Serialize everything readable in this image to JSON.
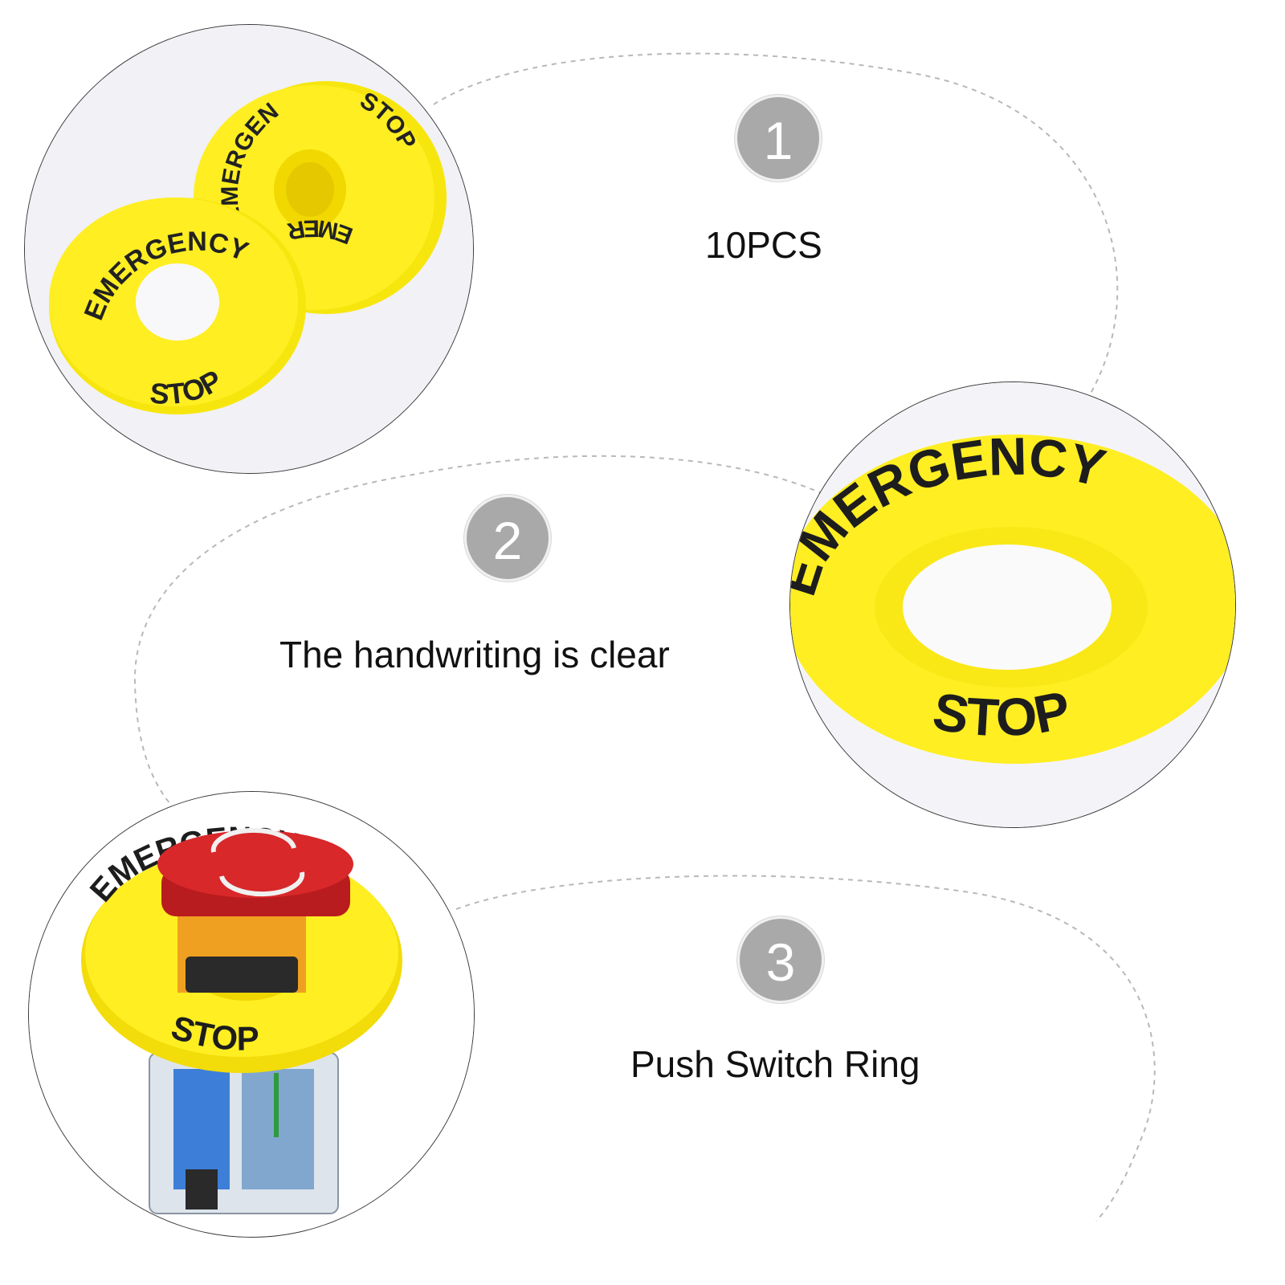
{
  "features": [
    {
      "number": "1",
      "caption": "10PCS"
    },
    {
      "number": "2",
      "caption": "The handwriting is clear"
    },
    {
      "number": "3",
      "caption": "Push Switch Ring"
    }
  ],
  "ring_label": {
    "top": "EMERGENCY",
    "bottom": "STOP"
  },
  "colors": {
    "ring_yellow": "#ffee22",
    "badge_gray": "#a9a9a9",
    "button_red": "#d8282a"
  }
}
